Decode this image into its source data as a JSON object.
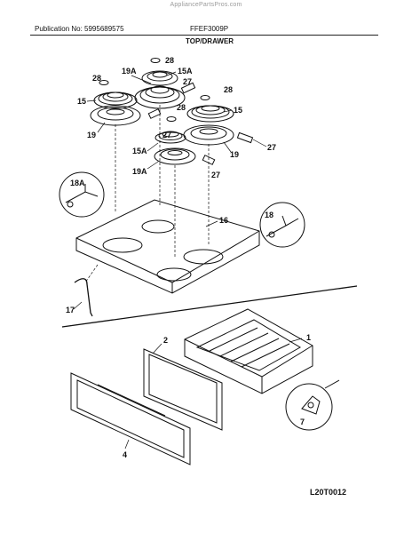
{
  "header": {
    "watermark": "AppliancePartsPros.com",
    "publication": "Publication No: 5995689575",
    "model": "FFEF3009P",
    "section_title": "TOP/DRAWER"
  },
  "footer": {
    "diagram_code": "L20T0012"
  },
  "callouts": {
    "c28a": "28",
    "c19a_top": "19A",
    "c15a_top": "15A",
    "c28b": "28",
    "c15_left": "15",
    "c27a": "27",
    "c19_left": "19",
    "c27b": "27",
    "c28c": "28",
    "c28d": "28",
    "c15_right": "15",
    "c15a_mid": "15A",
    "c19a_mid": "19A",
    "c27c": "27",
    "c27d": "27",
    "c19_right": "19",
    "c18a": "18A",
    "c16": "16",
    "c18": "18",
    "c17": "17",
    "c1": "1",
    "c2": "2",
    "c7": "7",
    "c4": "4"
  },
  "colors": {
    "line": "#111111",
    "background": "#ffffff"
  }
}
